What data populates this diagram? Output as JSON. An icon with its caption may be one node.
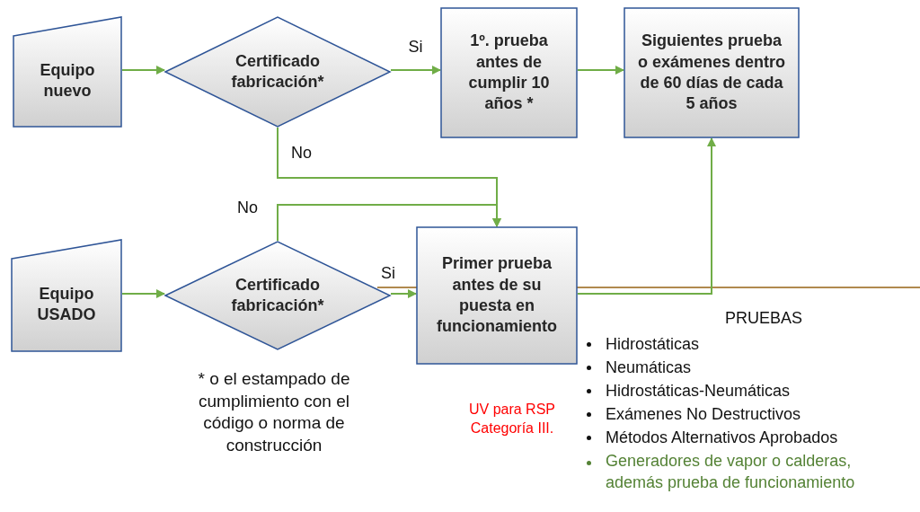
{
  "diagram": {
    "nodes": [
      {
        "text": [
          "Equipo nuevo"
        ]
      },
      {
        "text": [
          "Certificado fabricación*"
        ]
      },
      {
        "text": [
          "1º. prueba antes de cumplir  10 años *"
        ]
      },
      {
        "text": [
          "Siguientes prueba o exámenes dentro de 60 días  de cada 5 años"
        ]
      },
      {
        "text": [
          "Equipo USADO"
        ]
      },
      {
        "text": [
          "Certificado fabricación*"
        ]
      },
      {
        "text": [
          "Primer prueba antes  de su puesta en funcionamiento"
        ]
      }
    ],
    "edges": [
      {
        "from": 0,
        "to": 1,
        "arrow": "to"
      },
      {
        "from": 1,
        "to": 2,
        "arrow": "to",
        "label": "Si"
      },
      {
        "from": 2,
        "to": 3,
        "arrow": "to"
      },
      {
        "from": 1,
        "to": 6,
        "arrow": "to",
        "label": "No"
      },
      {
        "from": 4,
        "to": 5,
        "arrow": "to"
      },
      {
        "from": 5,
        "to": 6,
        "arrow": "to",
        "label": "No"
      },
      {
        "from": 5,
        "to": 6,
        "arrow": "to",
        "label": "Si"
      },
      {
        "from": 6,
        "to": 3,
        "arrow": "to"
      }
    ],
    "labels": [
      "* o el estampado de cumplimiento con el código o norma de construcción",
      "UV para RSP Categoría III.",
      "PRUEBAS",
      "Hidrostáticas",
      "Neumáticas",
      "Hidrostáticas-Neumáticas",
      "Exámenes No Destructivos",
      "Métodos Alternativos Aprobados",
      "Generadores de vapor o calderas, además prueba de funcionamiento"
    ]
  }
}
